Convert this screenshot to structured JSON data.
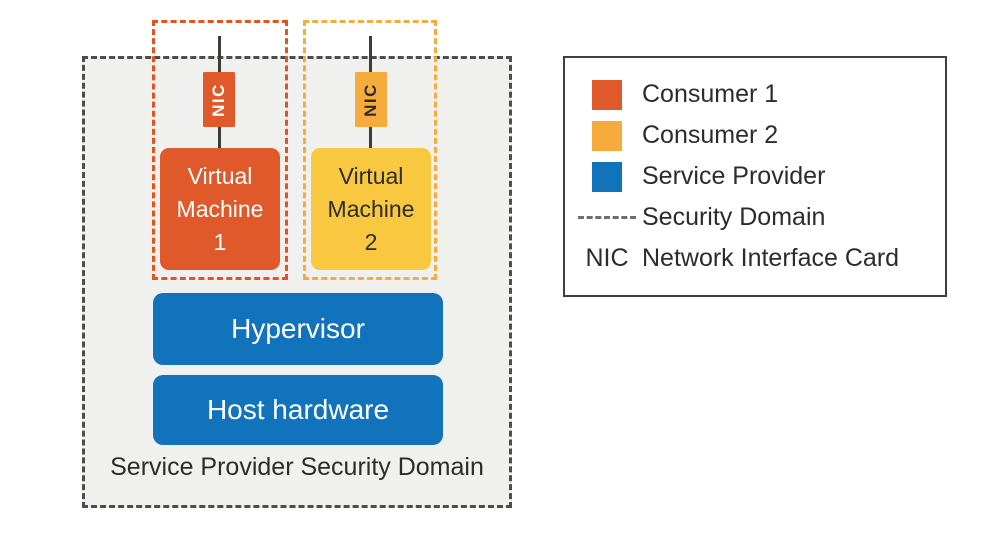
{
  "colors": {
    "consumer1": "#E0592B",
    "consumer1-dash": "#E4531D",
    "consumer2": "#F5AC3D",
    "consumer2-light": "#F8C840",
    "service-provider": "#1173BB",
    "domain-fill": "#F0F0EF",
    "domain-border": "#4D4D4D",
    "connector": "#3D3C3B",
    "text-dark": "#2D2C2B",
    "text-light": "#FFFFFF",
    "legend-border": "#3F3F3E",
    "legend-dash": "#6F6F6F"
  },
  "diagram": {
    "provider_domain_label": "Service Provider Security Domain",
    "hypervisor_label": "Hypervisor",
    "host_hardware_label": "Host hardware",
    "vm1": {
      "nic_label": "NIC",
      "lines": [
        "Virtual",
        "Machine",
        "1"
      ]
    },
    "vm2": {
      "nic_label": "NIC",
      "lines": [
        "Virtual",
        "Machine",
        "2"
      ]
    }
  },
  "legend": {
    "items": [
      {
        "key": "consumer1-swatch",
        "label": "Consumer 1"
      },
      {
        "key": "consumer2-swatch",
        "label": "Consumer 2"
      },
      {
        "key": "service-provider-swatch",
        "label": "Service Provider"
      },
      {
        "key": "dashed-line-sample",
        "label": "Security Domain"
      },
      {
        "key": "nic-abbreviation",
        "abbr": "NIC",
        "label": "Network Interface Card"
      }
    ]
  }
}
